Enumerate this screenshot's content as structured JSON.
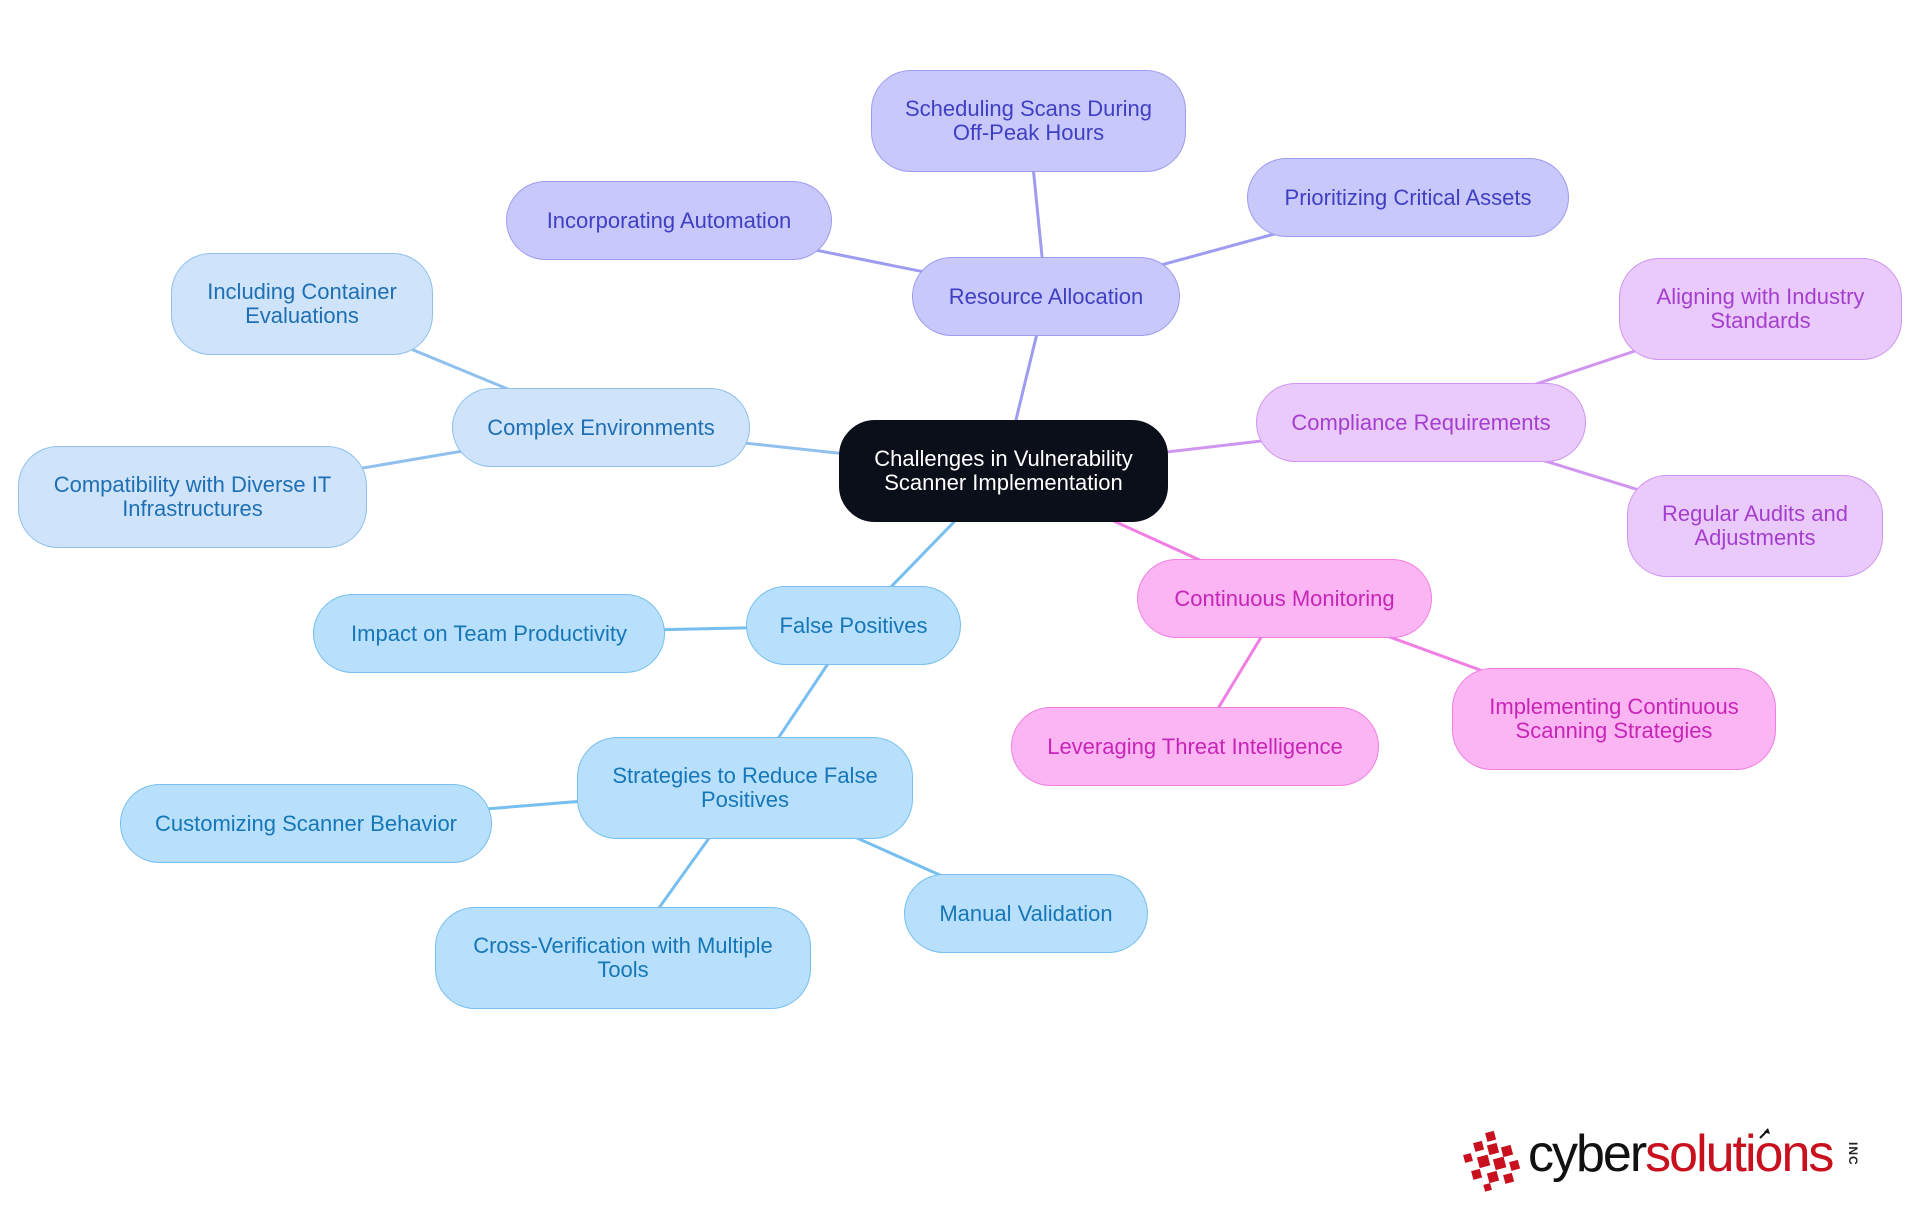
{
  "diagram": {
    "root": "Challenges in Vulnerability Scanner Implementation",
    "nodes": {
      "root": [
        "Challenges in Vulnerability",
        "Scanner Implementation"
      ],
      "resource_allocation": [
        "Resource Allocation"
      ],
      "scheduling_scans": [
        "Scheduling Scans During",
        "Off-Peak Hours"
      ],
      "incorporating_automation": [
        "Incorporating Automation"
      ],
      "prioritizing_assets": [
        "Prioritizing Critical Assets"
      ],
      "complex_environments": [
        "Complex Environments"
      ],
      "container_evaluations": [
        "Including Container",
        "Evaluations"
      ],
      "compatibility_it": [
        "Compatibility with Diverse IT",
        "Infrastructures"
      ],
      "compliance_requirements": [
        "Compliance Requirements"
      ],
      "aligning_standards": [
        "Aligning with Industry",
        "Standards"
      ],
      "regular_audits": [
        "Regular Audits and",
        "Adjustments"
      ],
      "continuous_monitoring": [
        "Continuous Monitoring"
      ],
      "threat_intelligence": [
        "Leveraging Threat Intelligence"
      ],
      "continuous_scanning": [
        "Implementing Continuous",
        "Scanning Strategies"
      ],
      "false_positives": [
        "False Positives"
      ],
      "team_productivity": [
        "Impact on Team Productivity"
      ],
      "strategies_reduce": [
        "Strategies to Reduce False",
        "Positives"
      ],
      "customizing_scanner": [
        "Customizing Scanner Behavior"
      ],
      "cross_verification": [
        "Cross-Verification with Multiple",
        "Tools"
      ],
      "manual_validation": [
        "Manual Validation"
      ]
    },
    "edges": [
      [
        "root",
        "resource_allocation"
      ],
      [
        "resource_allocation",
        "scheduling_scans"
      ],
      [
        "resource_allocation",
        "incorporating_automation"
      ],
      [
        "resource_allocation",
        "prioritizing_assets"
      ],
      [
        "root",
        "complex_environments"
      ],
      [
        "complex_environments",
        "container_evaluations"
      ],
      [
        "complex_environments",
        "compatibility_it"
      ],
      [
        "root",
        "compliance_requirements"
      ],
      [
        "compliance_requirements",
        "aligning_standards"
      ],
      [
        "compliance_requirements",
        "regular_audits"
      ],
      [
        "root",
        "continuous_monitoring"
      ],
      [
        "continuous_monitoring",
        "threat_intelligence"
      ],
      [
        "continuous_monitoring",
        "continuous_scanning"
      ],
      [
        "root",
        "false_positives"
      ],
      [
        "false_positives",
        "team_productivity"
      ],
      [
        "false_positives",
        "strategies_reduce"
      ],
      [
        "strategies_reduce",
        "customizing_scanner"
      ],
      [
        "strategies_reduce",
        "cross_verification"
      ],
      [
        "strategies_reduce",
        "manual_validation"
      ]
    ],
    "colors": {
      "root": "#0b0f19",
      "blue": "#b8e0fc",
      "light_blue": "#cfe3fb",
      "indigo": "#c9c8fb",
      "violet": "#e9cafb",
      "pink": "#fcb5f3"
    }
  },
  "logo": {
    "part1": "cyber",
    "part2": "solutions",
    "suffix": "INC",
    "colors": {
      "dark": "#111111",
      "red": "#c8101f"
    }
  }
}
